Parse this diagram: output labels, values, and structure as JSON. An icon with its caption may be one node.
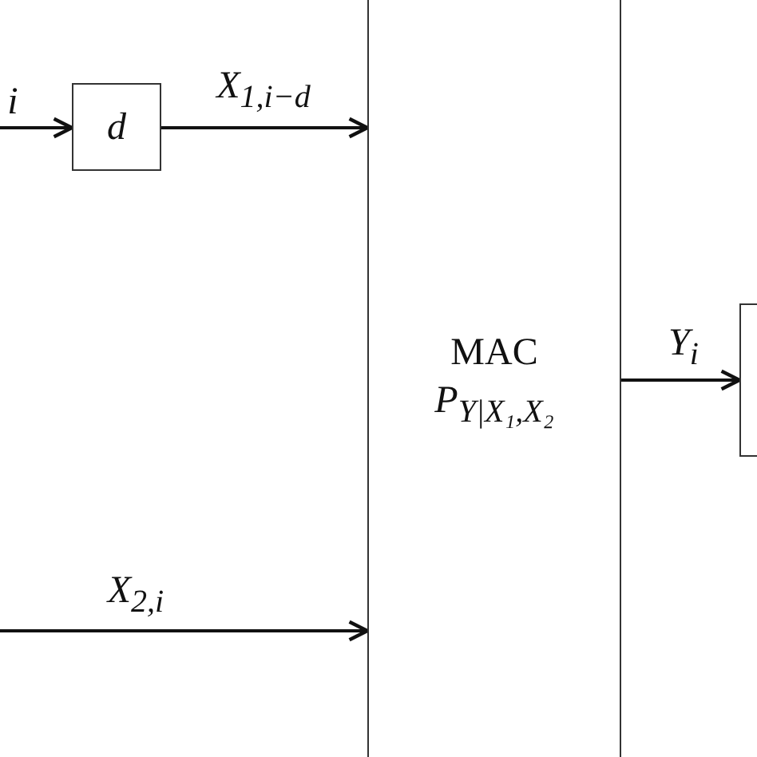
{
  "diagram": {
    "nodes": [
      {
        "text": [
          "d"
        ]
      },
      {
        "text": [
          "MAC",
          "P$_{Y|X₁,X₂}$"
        ]
      },
      {
        "text": [],
        "shape": "box"
      }
    ],
    "edges": [
      {
        "from": null,
        "to": 0,
        "arrow": "to",
        "label": "i"
      },
      {
        "from": 0,
        "to": 1,
        "arrow": "to",
        "label": "X$_{1,i−d}$"
      },
      {
        "from": null,
        "to": 1,
        "arrow": "to",
        "label": "X$_{2,i}$"
      },
      {
        "from": 1,
        "to": 2,
        "arrow": "to",
        "label": "Y$_{i}$"
      }
    ]
  }
}
